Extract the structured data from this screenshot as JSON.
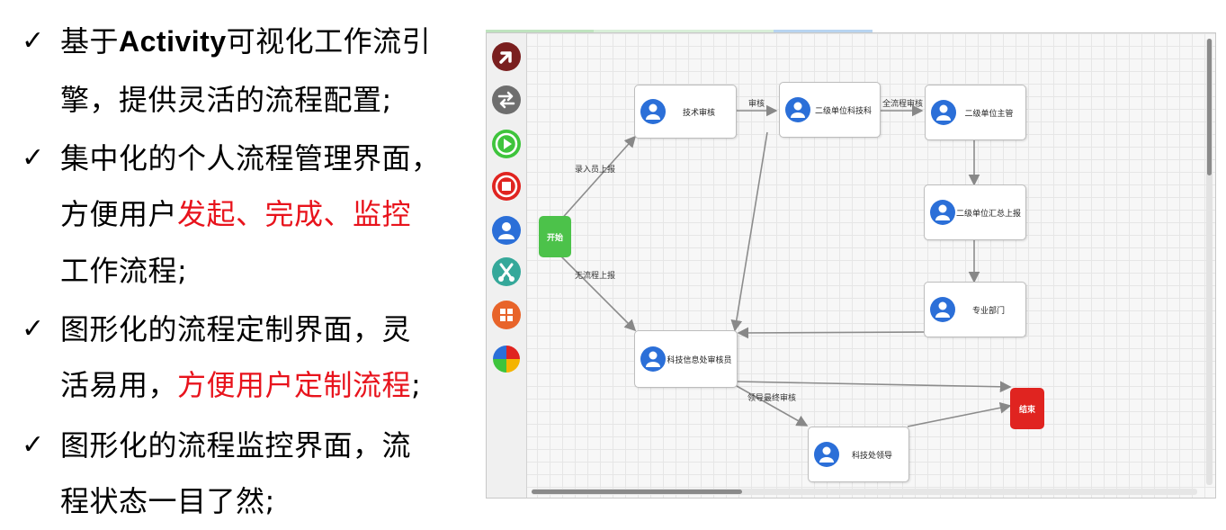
{
  "bullets": [
    {
      "lines": [
        [
          {
            "t": "基于"
          },
          {
            "t": "Activity",
            "style": "bold"
          },
          {
            "t": "可视化工作流引"
          }
        ],
        [
          {
            "t": "擎，提供灵活的流程配置;"
          }
        ]
      ]
    },
    {
      "lines": [
        [
          {
            "t": "集中化的个人流程管理界面，"
          }
        ],
        [
          {
            "t": "方便用户"
          },
          {
            "t": "发起、完成、监控",
            "style": "hl"
          }
        ],
        [
          {
            "t": "工作流程;"
          }
        ]
      ]
    },
    {
      "lines": [
        [
          {
            "t": "图形化的流程定制界面，灵"
          }
        ],
        [
          {
            "t": "活易用，"
          },
          {
            "t": "方便用户定制流程",
            "style": "hl"
          },
          {
            "t": ";"
          }
        ]
      ]
    },
    {
      "lines": [
        [
          {
            "t": "图形化的流程监控界面，流"
          }
        ],
        [
          {
            "t": "程状态一目了然;"
          }
        ]
      ]
    }
  ],
  "check_mark": "✓",
  "palette": [
    {
      "name": "select-tool",
      "icon": "arrow-cursor-icon",
      "color": "#7a1f1f"
    },
    {
      "name": "transition-tool",
      "icon": "swap-arrows-icon",
      "color": "#6e6e6e"
    },
    {
      "name": "start-event-tool",
      "icon": "play-icon",
      "color": "#3ec43c"
    },
    {
      "name": "end-event-tool",
      "icon": "stop-icon",
      "color": "#e02420"
    },
    {
      "name": "user-task-tool",
      "icon": "user-icon",
      "color": "#2b6fd8"
    },
    {
      "name": "fork-tool",
      "icon": "fork-icon",
      "color": "#35a89a"
    },
    {
      "name": "subprocess-tool",
      "icon": "grid-icon",
      "color": "#e8642a"
    },
    {
      "name": "gateway-tool",
      "icon": "pie-icon",
      "color": "multi"
    }
  ],
  "nodes": {
    "start": "开始",
    "end": "结束",
    "tech_review": "技术审核",
    "l2_tech": "二级单位科技科",
    "l2_head": "二级单位主管",
    "l2_summary": "二级单位汇总上报",
    "dept": "专业部门",
    "sti_reviewer": "科技信息处审核员",
    "sti_leader": "科技处领导"
  },
  "edge_labels": {
    "entry_report": "录入员上报",
    "no_process": "无流程上报",
    "review": "审核",
    "full_review": "全流程审核",
    "final_review": "领导最终审核"
  },
  "colors": {
    "highlight": "#e8131c",
    "start": "#4cc24a",
    "end": "#e02420",
    "avatar": "#2b6fd8"
  }
}
